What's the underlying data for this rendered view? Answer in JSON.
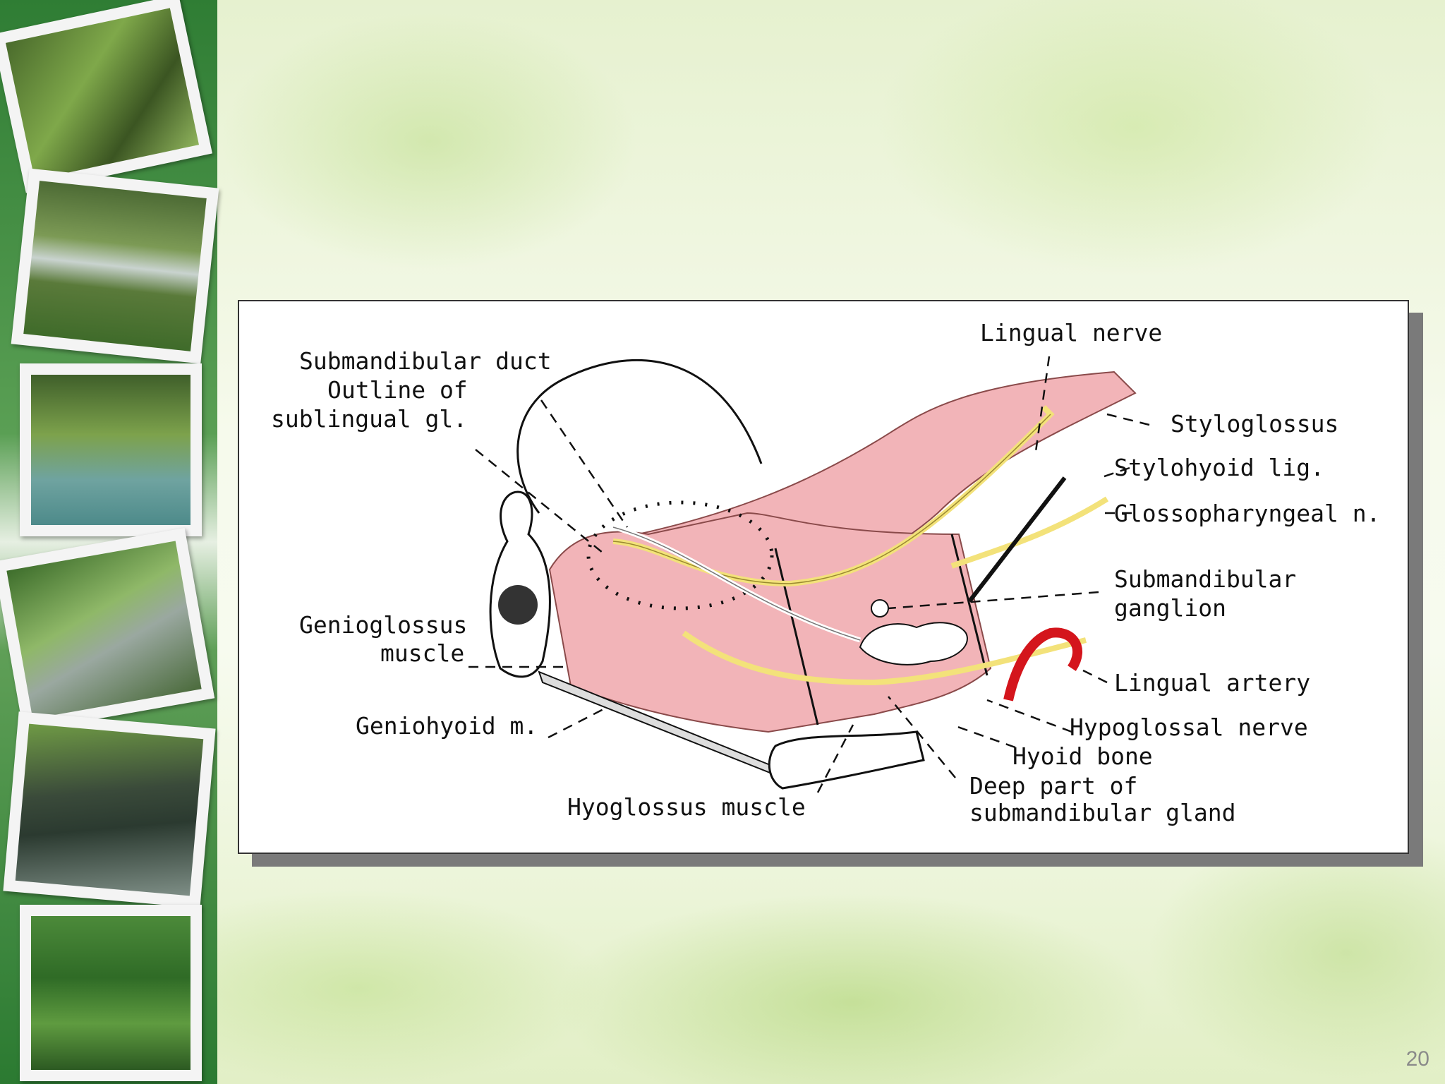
{
  "slide": {
    "page_number": "20"
  },
  "diagram": {
    "labels": {
      "lingual_nerve": "Lingual nerve",
      "submandibular_duct": "Submandibular duct",
      "outline_of": "Outline of",
      "sublingual_gl": "sublingual gl.",
      "styloglossus": "Styloglossus",
      "stylohyoid_lig": "Stylohyoid lig.",
      "glossopharyngeal_n": "Glossopharyngeal n.",
      "submandibular": "Submandibular",
      "ganglion": "ganglion",
      "genioglossus": "Genioglossus",
      "muscle": "muscle",
      "lingual_artery": "Lingual artery",
      "geniohyoid_m": "Geniohyoid m.",
      "hypoglossal_nerve": "Hypoglossal nerve",
      "hyoid_bone": "Hyoid bone",
      "deep_part_of": "Deep part of",
      "submandibular_gland": "submandibular gland",
      "hyoglossus_muscle": "Hyoglossus muscle"
    }
  },
  "colors": {
    "muscle": "#f2b4b8",
    "nerve": "#f3e27a",
    "artery": "#d4151c",
    "sidebar_green": "#2f7d34"
  }
}
